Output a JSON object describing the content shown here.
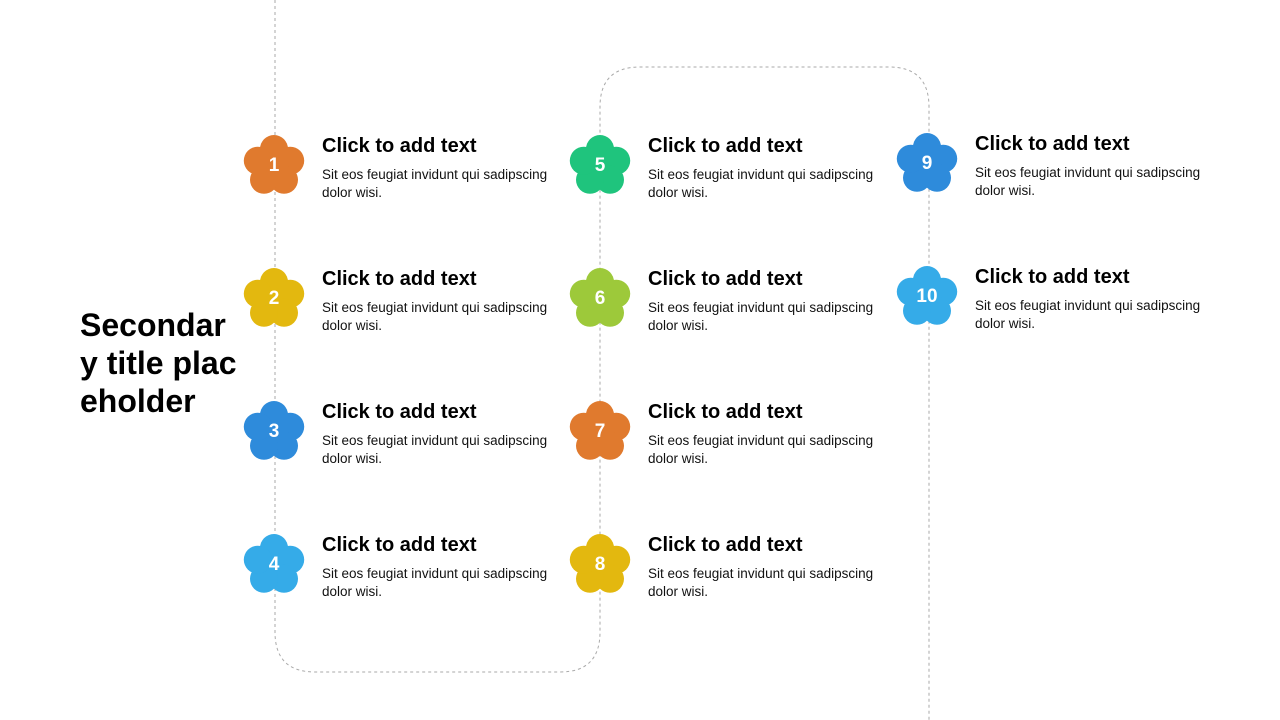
{
  "title": "Secondary title placeholder",
  "items": [
    {
      "number": "1",
      "heading": "Click to add text",
      "body": "Sit eos feugiat invidunt qui sadipscing dolor wisi.",
      "color": "#E07A2E"
    },
    {
      "number": "2",
      "heading": "Click to add text",
      "body": "Sit eos feugiat invidunt qui sadipscing dolor wisi.",
      "color": "#E3B80F"
    },
    {
      "number": "3",
      "heading": "Click to add text",
      "body": "Sit eos feugiat invidunt qui sadipscing dolor wisi.",
      "color": "#2E8BDB"
    },
    {
      "number": "4",
      "heading": "Click to add text",
      "body": "Sit eos feugiat invidunt qui sadipscing dolor wisi.",
      "color": "#35ABE8"
    },
    {
      "number": "5",
      "heading": "Click to add text",
      "body": "Sit eos feugiat invidunt qui sadipscing dolor wisi.",
      "color": "#1FC47D"
    },
    {
      "number": "6",
      "heading": "Click to add text",
      "body": "Sit eos feugiat invidunt qui sadipscing dolor wisi.",
      "color": "#9DC93A"
    },
    {
      "number": "7",
      "heading": "Click to add text",
      "body": "Sit eos feugiat invidunt qui sadipscing dolor wisi.",
      "color": "#E07A2E"
    },
    {
      "number": "8",
      "heading": "Click to add text",
      "body": "Sit eos feugiat invidunt qui sadipscing dolor wisi.",
      "color": "#E3B80F"
    },
    {
      "number": "9",
      "heading": "Click to add text",
      "body": "Sit eos feugiat invidunt qui sadipscing dolor wisi.",
      "color": "#2E8BDB"
    },
    {
      "number": "10",
      "heading": "Click to add text",
      "body": "Sit eos feugiat invidunt qui sadipscing dolor wisi.",
      "color": "#35ABE8"
    }
  ]
}
